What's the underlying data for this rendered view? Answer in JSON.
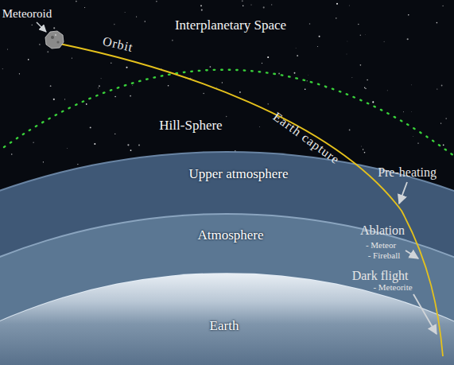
{
  "diagram": {
    "nodes": [
      {
        "text": [
          "Upper atmosphere"
        ]
      },
      {
        "text": [
          "Atmosphere"
        ],
        "in": 0
      },
      {
        "text": [
          "Earth"
        ],
        "in": 1
      }
    ],
    "labels": [
      "Meteoroid",
      "Interplanetary Space",
      "Orbit",
      "Hill-Sphere",
      "Earth capture",
      "Pre-heating",
      "Ablation",
      "- Meteor",
      "- Fireball",
      "Dark flight",
      "- Meteorite"
    ]
  }
}
